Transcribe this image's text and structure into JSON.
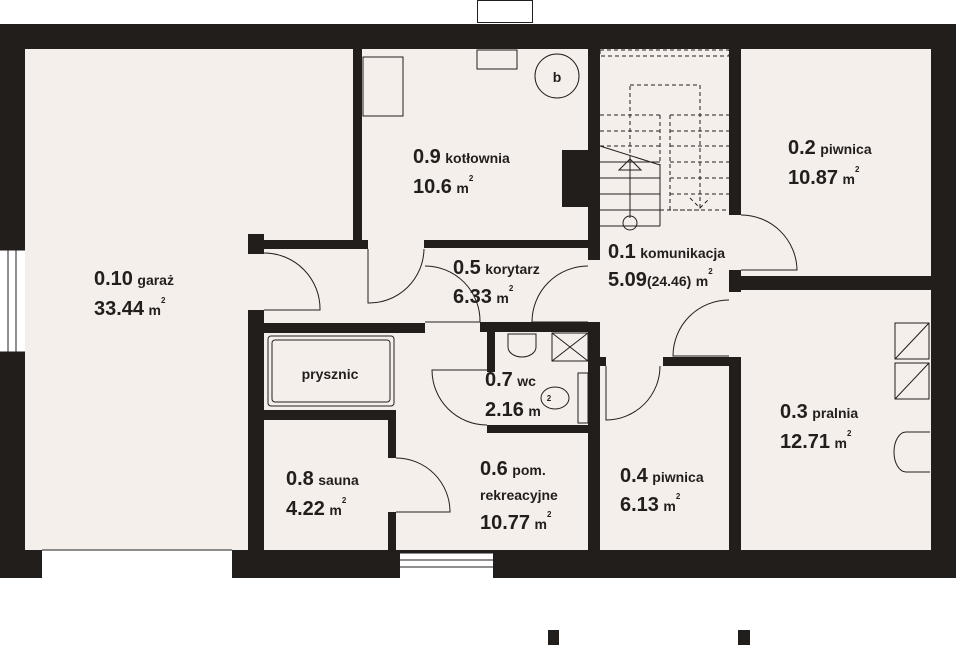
{
  "plan": {
    "colors": {
      "wall": "#221e1c",
      "floor": "#f5efeb"
    },
    "area_unit": "m",
    "area_exponent": "2",
    "boiler_symbol": "b",
    "toilet_symbol": "2",
    "shower_label": "prysznic",
    "rooms": [
      {
        "number": "0.1",
        "name": "komunikacja",
        "area": "5.09",
        "area_extra": "(24.46)"
      },
      {
        "number": "0.2",
        "name": "piwnica",
        "area": "10.87"
      },
      {
        "number": "0.3",
        "name": "pralnia",
        "area": "12.71"
      },
      {
        "number": "0.4",
        "name": "piwnica",
        "area": "6.13"
      },
      {
        "number": "0.5",
        "name": "korytarz",
        "area": "6.33"
      },
      {
        "number": "0.6",
        "name": "pom.",
        "name2": "rekreacyjne",
        "area": "10.77"
      },
      {
        "number": "0.7",
        "name": "wc",
        "area": "2.16"
      },
      {
        "number": "0.8",
        "name": "sauna",
        "area": "4.22"
      },
      {
        "number": "0.9",
        "name": "kotłownia",
        "area": "10.6"
      },
      {
        "number": "0.10",
        "name": "garaż",
        "area": "33.44"
      }
    ]
  }
}
